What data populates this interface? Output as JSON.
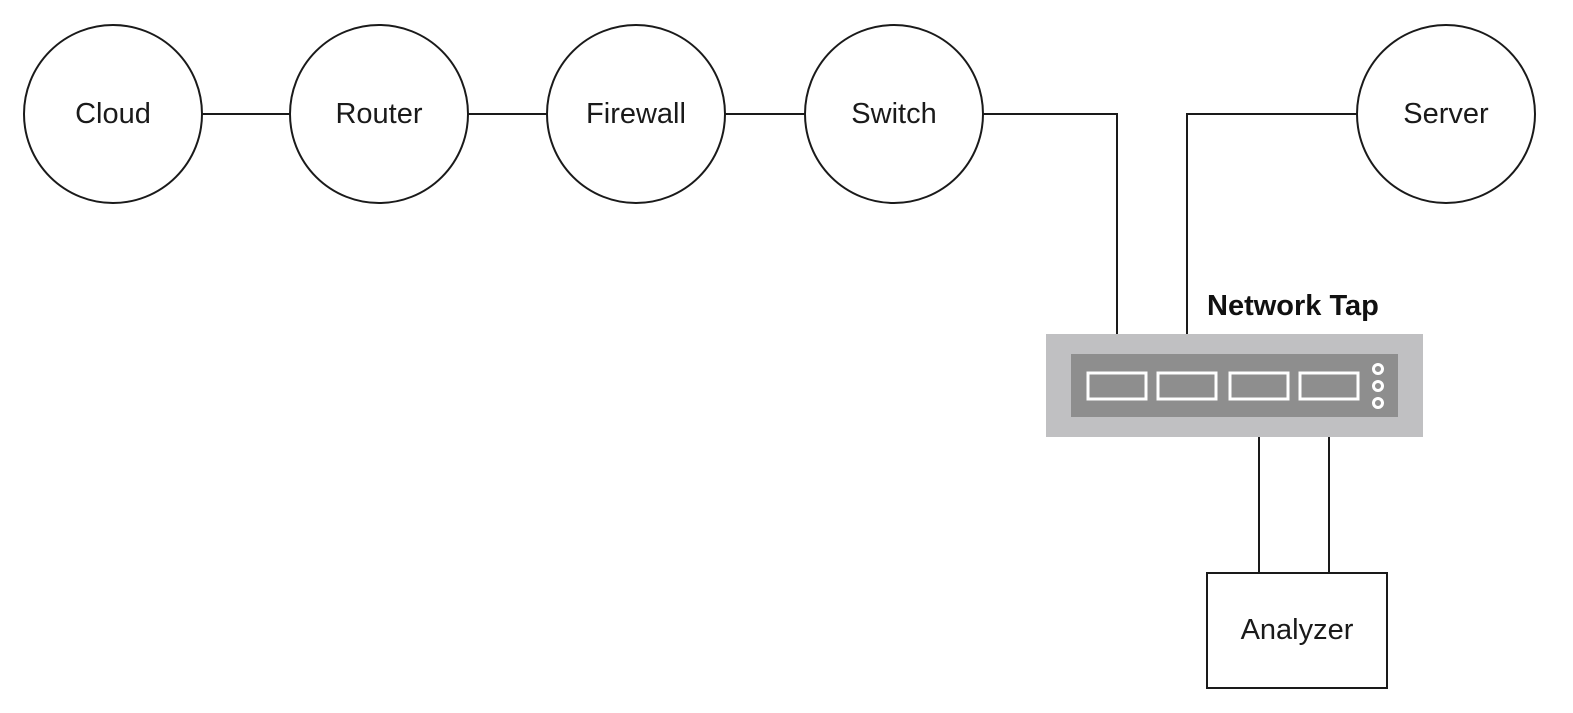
{
  "nodes": {
    "cloud": "Cloud",
    "router": "Router",
    "firewall": "Firewall",
    "switch": "Switch",
    "server": "Server",
    "analyzer": "Analyzer"
  },
  "network_tap": {
    "title": "Network Tap",
    "port_count": 4,
    "indicator_count": 3,
    "outer_color": "#c0c0c2",
    "inner_color": "#8e8e8e"
  },
  "connections": [
    [
      "Cloud",
      "Router"
    ],
    [
      "Router",
      "Firewall"
    ],
    [
      "Firewall",
      "Switch"
    ],
    [
      "Switch",
      "Network Tap port 1"
    ],
    [
      "Server",
      "Network Tap port 2"
    ],
    [
      "Network Tap port 3",
      "Analyzer"
    ],
    [
      "Network Tap port 4",
      "Analyzer"
    ]
  ]
}
